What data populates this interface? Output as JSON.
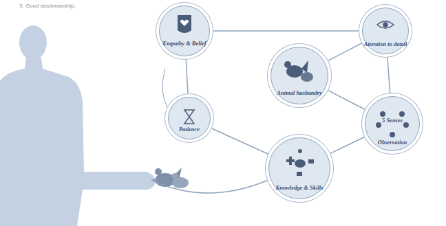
{
  "diagram": {
    "caption": "3: Good stockmanship.",
    "nodes": [
      {
        "text": [
          "Empathy & Belief"
        ]
      },
      {
        "text": [
          "Attention to detail"
        ]
      },
      {
        "text": [
          "Animal husbandry"
        ]
      },
      {
        "text": [
          "Patience"
        ]
      },
      {
        "text": [
          "5 Senses",
          "Observation"
        ]
      },
      {
        "text": [
          "Knowledge & Skills"
        ]
      }
    ],
    "edges": [
      {
        "from": 0,
        "to": 1,
        "arrow": "none"
      },
      {
        "from": 0,
        "to": 3,
        "arrow": "none"
      },
      {
        "from": 3,
        "to": 5,
        "arrow": "none"
      },
      {
        "from": 2,
        "to": 1,
        "arrow": "none"
      },
      {
        "from": 2,
        "to": 4,
        "arrow": "none"
      },
      {
        "from": 1,
        "to": 4,
        "arrow": "none"
      },
      {
        "from": 4,
        "to": 5,
        "arrow": "none"
      }
    ]
  }
}
